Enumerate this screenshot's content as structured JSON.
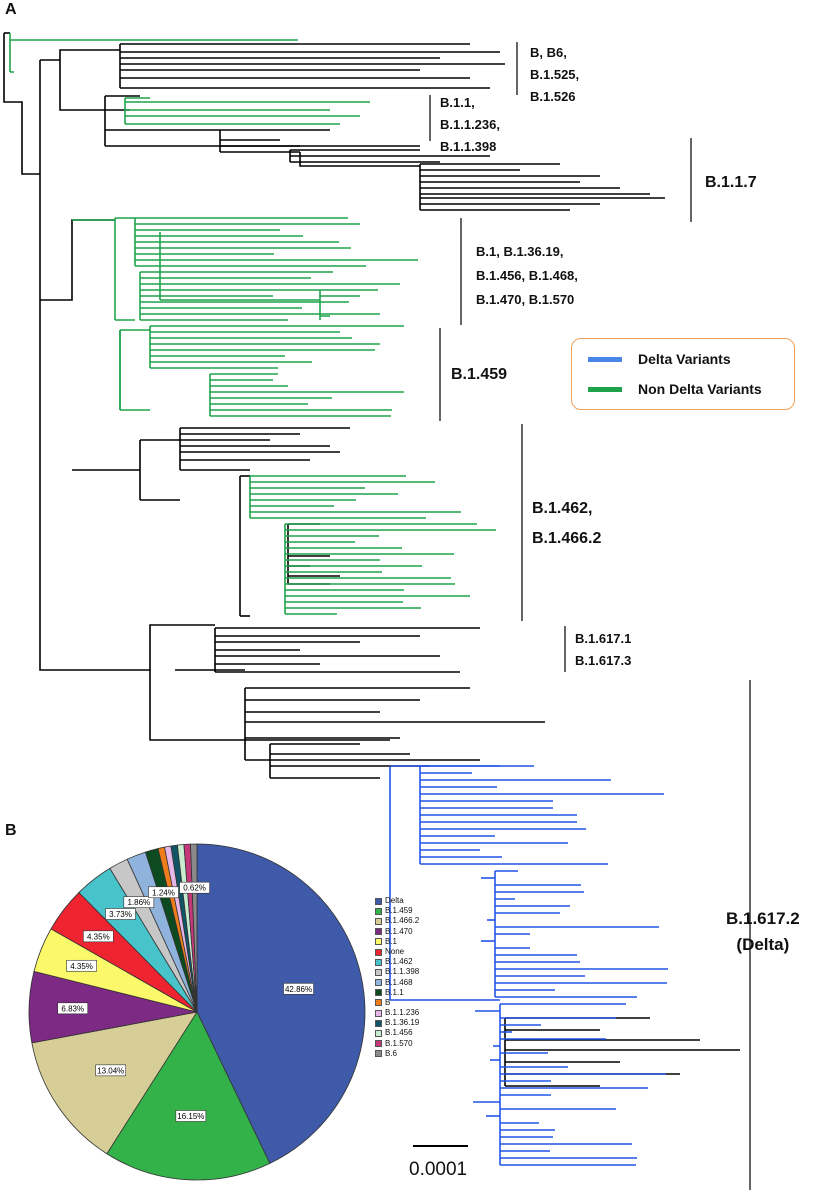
{
  "panels": {
    "a": "A",
    "b": "B"
  },
  "clades": [
    {
      "id": "b-group",
      "lines": [
        "B, B6,",
        "B.1.525,",
        "B.1.526"
      ]
    },
    {
      "id": "b11-group",
      "lines": [
        "B.1.1,",
        "B.1.1.236,",
        "B.1.1.398"
      ]
    },
    {
      "id": "b117",
      "lines": [
        "B.1.1.7"
      ]
    },
    {
      "id": "b1-group",
      "lines": [
        "B.1,  B.1.36.19,",
        "B.1.456, B.1.468,",
        "B.1.470, B.1.570"
      ]
    },
    {
      "id": "b1459",
      "lines": [
        "B.1.459"
      ]
    },
    {
      "id": "b1462-group",
      "lines": [
        "B.1.462,",
        "B.1.466.2"
      ]
    },
    {
      "id": "b1617-13",
      "lines": [
        "B.1.617.1",
        "B.1.617.3"
      ]
    },
    {
      "id": "delta",
      "lines": [
        "B.1.617.2",
        "(Delta)"
      ]
    }
  ],
  "legend": {
    "items": [
      {
        "label": "Delta Variants",
        "color": "#4a86e8"
      },
      {
        "label": "Non Delta Variants",
        "color": "#1ea34a"
      }
    ]
  },
  "colors": {
    "delta": "#2255e6",
    "non_delta": "#1ea34a",
    "other": "#000000"
  },
  "scale_bar": {
    "label": "0.0001"
  },
  "chart_data": {
    "type": "pie",
    "title": "",
    "slices": [
      {
        "label": "Delta",
        "value": 42.86,
        "display": "42.86%",
        "color": "#3f5aa8"
      },
      {
        "label": "B.1.459",
        "value": 16.15,
        "display": "16.15%",
        "color": "#33b24a"
      },
      {
        "label": "B.1.466.2",
        "value": 13.04,
        "display": "13.04%",
        "color": "#d6cd97"
      },
      {
        "label": "B.1.470",
        "value": 6.83,
        "display": "6.83%",
        "color": "#7c2a84"
      },
      {
        "label": "B.1",
        "value": 4.35,
        "display": "4.35%",
        "color": "#fbf96a"
      },
      {
        "label": "None",
        "value": 4.35,
        "display": "4.35%",
        "color": "#ee2430"
      },
      {
        "label": "B.1.462",
        "value": 3.73,
        "display": "3.73%",
        "color": "#47c3c9"
      },
      {
        "label": "B.1.1.398",
        "value": 1.86,
        "display": "1.86%",
        "color": "#c7c7c7"
      },
      {
        "label": "B.1.468",
        "value": 1.86,
        "display": "",
        "color": "#8fb3dd"
      },
      {
        "label": "B.1.1",
        "value": 1.24,
        "display": "1.24%",
        "color": "#0e4a1f"
      },
      {
        "label": "B",
        "value": 0.62,
        "display": "",
        "color": "#ef7d1a"
      },
      {
        "label": "B.1.1.236",
        "value": 0.62,
        "display": "",
        "color": "#e6b7e6"
      },
      {
        "label": "B.1.36.19",
        "value": 0.62,
        "display": "",
        "color": "#0f5566"
      },
      {
        "label": "B.1.456",
        "value": 0.62,
        "display": "",
        "color": "#c7ecd0"
      },
      {
        "label": "B.1.570",
        "value": 0.62,
        "display": "",
        "color": "#c4387a"
      },
      {
        "label": "B.6",
        "value": 0.62,
        "display": "0.62%",
        "color": "#8a8a8a"
      }
    ]
  }
}
